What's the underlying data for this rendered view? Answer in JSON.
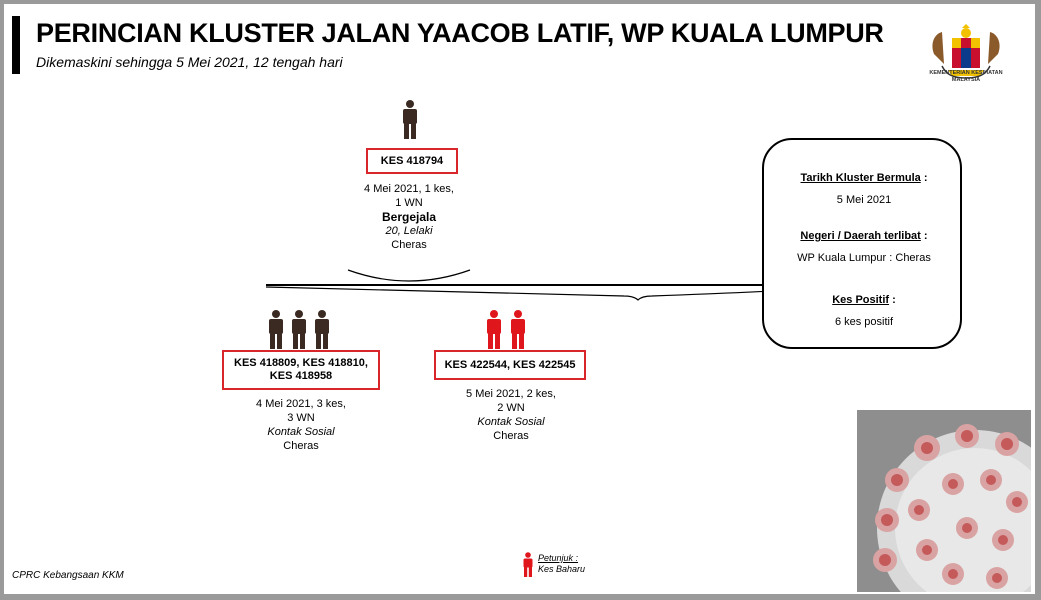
{
  "header": {
    "title": "PERINCIAN KLUSTER JALAN YAACOB LATIF, WP KUALA LUMPUR",
    "subtitle": "Dikemaskini sehingga 5 Mei 2021, 12 tengah hari",
    "logo_caption": "KEMENTERIAN KESIHATAN MALAYSIA"
  },
  "index_case": {
    "label": "KES 418794",
    "line1": "4 Mei 2021, 1 kes,",
    "line2": "1 WN",
    "status": "Bergejala",
    "profile": "20, Lelaki",
    "location": "Cheras"
  },
  "group_a": {
    "label_line1": "KES 418809, KES 418810,",
    "label_line2": "KES 418958",
    "line1": "4 Mei 2021, 3 kes,",
    "line2": "3 WN",
    "type": "Kontak Sosial",
    "location": "Cheras"
  },
  "group_b": {
    "label": "KES 422544, KES 422545",
    "line1": "5 Mei 2021, 2 kes,",
    "line2": "2 WN",
    "type": "Kontak Sosial",
    "location": "Cheras"
  },
  "summary": {
    "start_label": "Tarikh Kluster Bermula",
    "start_value": "5 Mei 2021",
    "state_label": "Negeri / Daerah terlibat",
    "state_value": "WP Kuala Lumpur : Cheras",
    "positive_label": "Kes Positif",
    "positive_value": "6 kes positif",
    "colon": ":"
  },
  "legend": {
    "title": "Petunjuk :",
    "item": "Kes Baharu"
  },
  "footer": "CPRC Kebangsaan KKM",
  "colors": {
    "existing_case": "#3a2a22",
    "new_case": "#e0161d",
    "box_border": "#d8262b"
  }
}
